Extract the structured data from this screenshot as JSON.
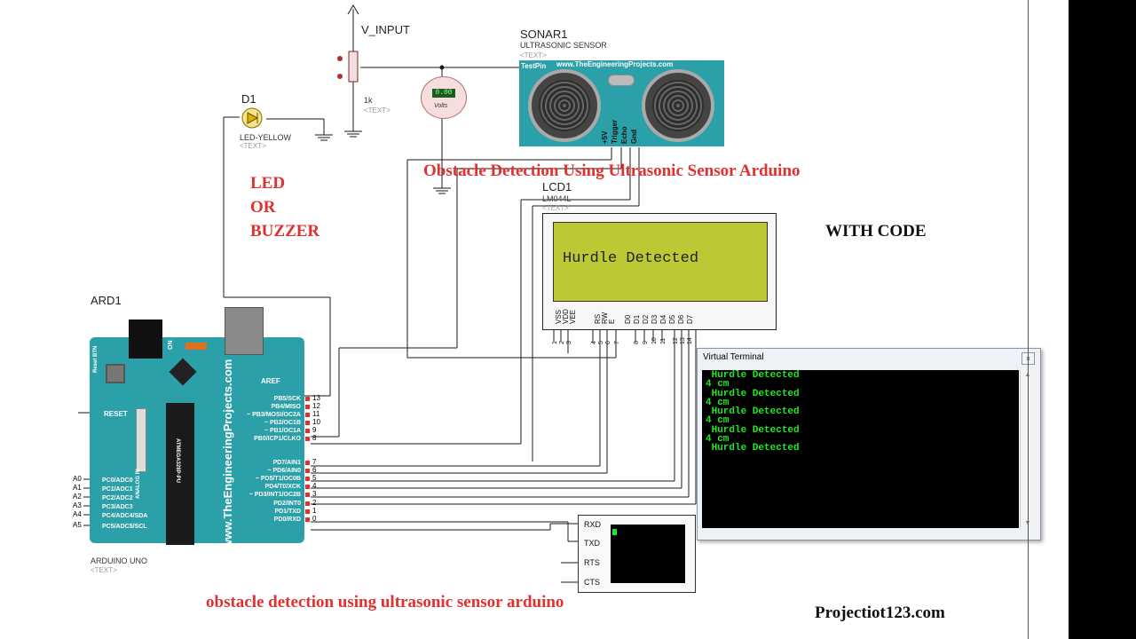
{
  "title_overlay": "Obstacle Detection Using Ultrasonic Sensor Arduino",
  "led_buzzer": [
    "LED",
    "OR",
    "BUZZER"
  ],
  "with_code": "WITH CODE",
  "bottom_caption": "obstacle detection using ultrasonic sensor arduino",
  "watermark": "Projectiot123.com",
  "text_placeholder": "<TEXT>",
  "components": {
    "v_input": {
      "label": "V_INPUT"
    },
    "resistor": {
      "value": "1k"
    },
    "voltmeter": {
      "reading": "0.00",
      "unit": "Volts"
    },
    "sonar": {
      "ref": "SONAR1",
      "name": "ULTRASONIC SENSOR",
      "testpin": "TestPin",
      "brand": "www.TheEngineeringProjects.com",
      "pins": [
        "+5V",
        "Trigger",
        "Echo",
        "Gnd"
      ]
    },
    "led": {
      "ref": "D1",
      "name": "LED-YELLOW"
    },
    "lcd": {
      "ref": "LCD1",
      "model": "LM044L",
      "text": "Hurdle Detected",
      "pins": [
        "VSS",
        "VDD",
        "VEE",
        "RS",
        "RW",
        "E",
        "D0",
        "D1",
        "D2",
        "D3",
        "D4",
        "D5",
        "D6",
        "D7"
      ],
      "pin_numbers": [
        "1",
        "2",
        "3",
        "4",
        "5",
        "6",
        "7",
        "8",
        "9",
        "10",
        "11",
        "12",
        "13",
        "14"
      ]
    },
    "arduino": {
      "ref": "ARD1",
      "name": "ARDUINO UNO",
      "brand": "www.TheEngineeringProjects.com",
      "reset_btn": "Reset BTN",
      "reset": "RESET",
      "on": "ON",
      "analog_in": "ANALOG IN",
      "chip": "ATMEGA328P-PU",
      "aref": "AREF",
      "digital_labels": [
        "PB5/SCK",
        "PB4/MISO",
        "~ PB3/MOSI/OC2A",
        "~ PB2/OC1B",
        "~ PB1/OC1A",
        "PB0/ICP1/CLKO",
        "PD7/AIN1",
        "~ PD6/AIN0",
        "~ PD5/T1/OC0B",
        "PD4/T0/XCK",
        "~ PD3/INT1/OC2B",
        "PD2/INT0",
        "PD1/TXD",
        "PD0/RXD"
      ],
      "digital_numbers": [
        "13",
        "12",
        "11",
        "10",
        "9",
        "8",
        "7",
        "6",
        "5",
        "4",
        "3",
        "2",
        "1",
        "0"
      ],
      "analog_labels": [
        "PC0/ADC0",
        "PC1/ADC1",
        "PC2/ADC2",
        "PC3/ADC3",
        "PC4/ADC4/SDA",
        "PC5/ADC5/SCL"
      ],
      "analog_pins": [
        "A0",
        "A1",
        "A2",
        "A3",
        "A4",
        "A5"
      ]
    },
    "serial_terminal": {
      "pins": [
        "RXD",
        "TXD",
        "RTS",
        "CTS"
      ]
    }
  },
  "virtual_terminal": {
    "title": "Virtual Terminal",
    "close": "×",
    "lines": [
      " Hurdle Detected",
      "4 cm",
      " Hurdle Detected",
      "4 cm",
      " Hurdle Detected",
      "4 cm",
      " Hurdle Detected",
      "4 cm",
      " Hurdle Detected"
    ]
  }
}
